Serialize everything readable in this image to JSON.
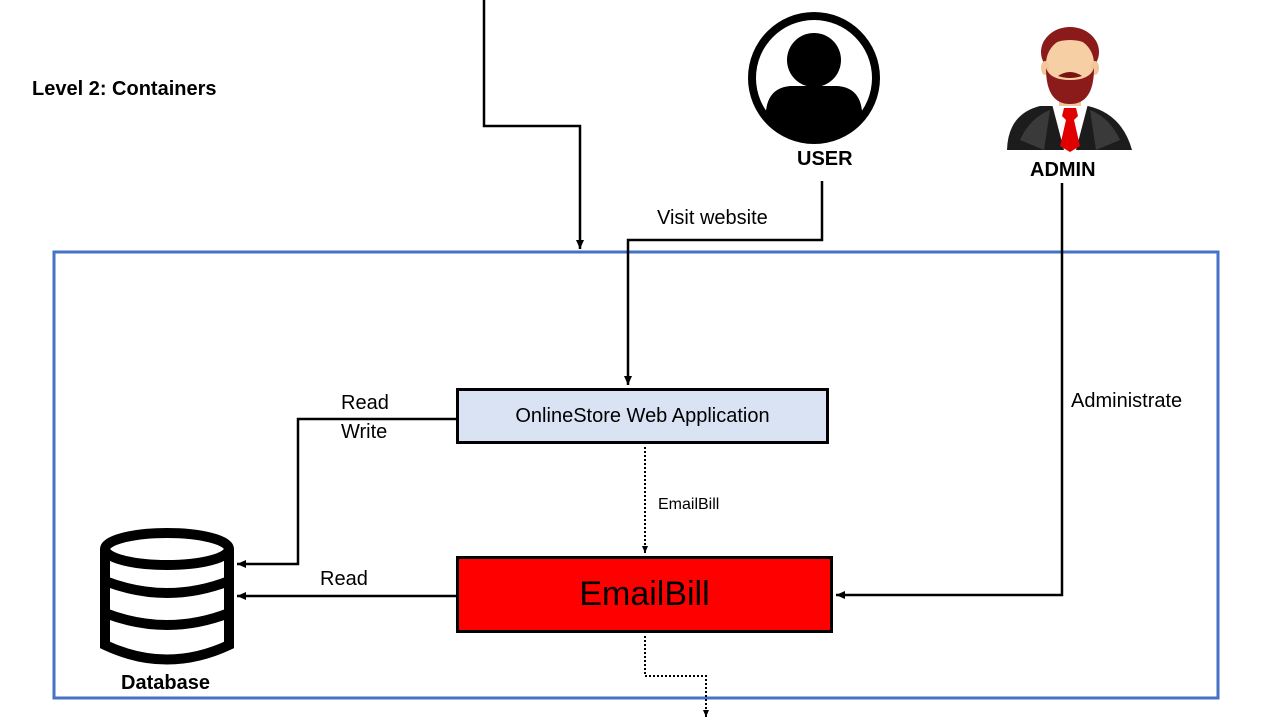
{
  "title": "Level 2: Containers",
  "actors": {
    "user": "USER",
    "admin": "ADMIN"
  },
  "containers": {
    "web_app": "OnlineStore Web Application",
    "email_bill": "EmailBill",
    "database": "Database"
  },
  "edges": {
    "visit": "Visit website",
    "administrate": "Administrate",
    "read_write_1": "Read",
    "read_write_2": "Write",
    "email_link": "EmailBill",
    "read": "Read"
  },
  "colors": {
    "system_border": "#4472c4",
    "web_app_fill": "#dae3f3",
    "email_bill_fill": "#ff0000"
  }
}
